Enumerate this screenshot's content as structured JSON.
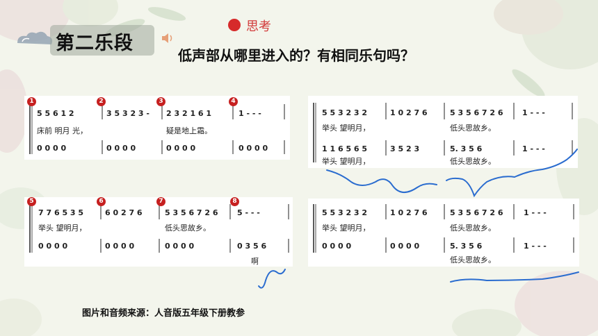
{
  "title": "第二乐段",
  "think_label": "思考",
  "question": "低声部从哪里进入的？有相同乐句吗？",
  "source": "图片和音频来源：人音版五年级下册教参",
  "colors": {
    "accent_red": "#d62a2a",
    "curve_blue": "#2a6ccf",
    "title_banner": "#9fa79c"
  },
  "icons": [
    "speaker-icon",
    "cloud-icon",
    "flower-decoration"
  ],
  "scores": {
    "card1": {
      "badges": [
        "1",
        "2",
        "3",
        "4"
      ],
      "upper": "5 5 6 1 2 | 3 5 3 2 3 - | 2 3 2 1 6 1 | 1 - - -",
      "lyrics": "床前 明月 光， 疑是地上霜。",
      "lower": "0 0 0 0 | 0 0 0 0 | 0 0 0 0 | 0 0 0 0"
    },
    "card2": {
      "upper": "5 5 3 2 3 2 | 1 0 2 7 6 | 5 3 5 6 7 2 6 | 1 - - -",
      "upper_lyrics": "举头 望明月， 低头思故乡。",
      "lower": "1 1 6 5 6 5 | 3 5 2 3 | 5. 3 5 6 | 1 - - -",
      "lower_lyrics": "举头 望明月， 低头思故乡。"
    },
    "card3": {
      "badges": [
        "5",
        "6",
        "7",
        "8"
      ],
      "upper": "7 7 6 5 3 5 | 6 0 2 7 6 | 5 3 5 6 7 2 6 | 5 - - -",
      "lyrics": "举头 望明月， 低头思故乡。",
      "lower": "0 0 0 0 | 0 0 0 0 | 0 0 0 0 | 0 3 5 6",
      "lower_lyrics": "啊"
    },
    "card4": {
      "upper": "5 5 3 2 3 2 | 1 0 2 7 6 | 5 3 5 6 7 2 6 | 1 - - -",
      "upper_lyrics": "举头 望明月， 低头思故乡。",
      "lower": "0 0 0 0 | 0 0 0 0 | 5. 3 5 6 | 1 - - -",
      "lower_lyrics": "低头思故乡。"
    }
  }
}
